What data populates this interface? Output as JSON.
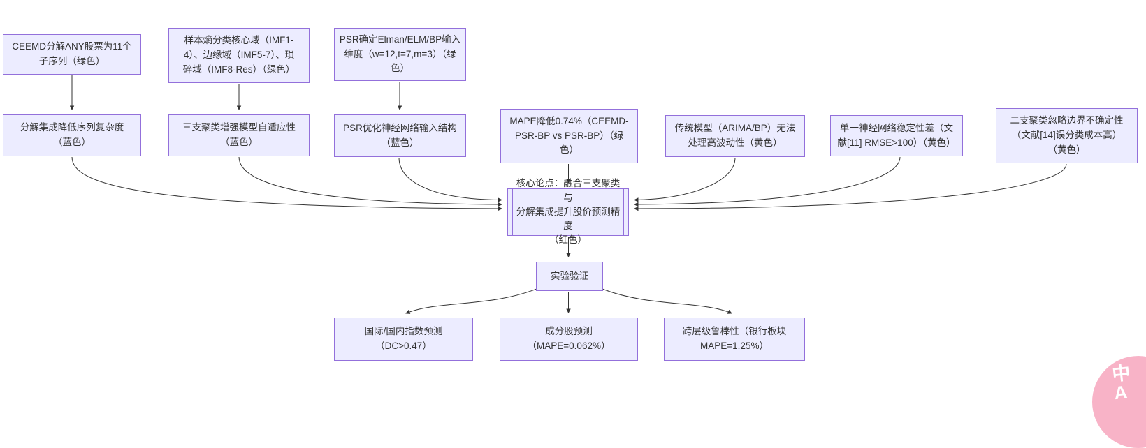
{
  "diagram": {
    "type": "flowchart",
    "background": "#ffffff",
    "node_fill": "#ECECFF",
    "node_border": "#9370DB",
    "text_color": "#333333",
    "edge_color": "#333333",
    "nodes": [
      {
        "id": "ceemd",
        "shape": "rect",
        "label": "CEEMD分解ANY股票为11个\n子序列（绿色）"
      },
      {
        "id": "entropy",
        "shape": "rect",
        "label": "样本熵分类核心域（IMF1-\n4）、边缘域（IMF5-7）、琐\n碎域（IMF8-Res）（绿色）"
      },
      {
        "id": "psr_dim",
        "shape": "rect",
        "label": "PSR确定Elman/ELM/BP输入\n维度（w=12,t=7,m=3）（绿\n色）"
      },
      {
        "id": "decomp",
        "shape": "rect",
        "label": "分解集成降低序列复杂度\n（蓝色）"
      },
      {
        "id": "threeway",
        "shape": "rect",
        "label": "三支聚类增强模型自适应性\n（蓝色）"
      },
      {
        "id": "psr_opt",
        "shape": "rect",
        "label": "PSR优化神经网络输入结构\n（蓝色）"
      },
      {
        "id": "mape",
        "shape": "rect",
        "label": "MAPE降低0.74%（CEEMD-\nPSR-BP vs PSR-BP）（绿\n色）"
      },
      {
        "id": "trad",
        "shape": "rect",
        "label": "传统模型（ARIMA/BP）无法\n处理高波动性（黄色）"
      },
      {
        "id": "single",
        "shape": "rect",
        "label": "单一神经网络稳定性差（文\n献[11] RMSE>100）（黄色）"
      },
      {
        "id": "twoway",
        "shape": "rect",
        "label": "二支聚类忽略边界不确定性\n（文献[14]误分类成本高）\n（黄色）"
      },
      {
        "id": "core",
        "shape": "subroutine",
        "label": "核心论点：融合三支聚类与\n分解集成提升股价预测精度\n（红色）"
      },
      {
        "id": "experiment",
        "shape": "rect",
        "label": "实验验证"
      },
      {
        "id": "index",
        "shape": "rect",
        "label": "国际/国内指数预测\n（DC>0.47）"
      },
      {
        "id": "stocks",
        "shape": "rect",
        "label": "成分股预测\n（MAPE=0.062%）"
      },
      {
        "id": "robust",
        "shape": "rect",
        "label": "跨层级鲁棒性（银行板块\nMAPE=1.25%）"
      }
    ],
    "edges": [
      {
        "from": "ceemd",
        "to": "decomp"
      },
      {
        "from": "entropy",
        "to": "threeway"
      },
      {
        "from": "psr_dim",
        "to": "psr_opt"
      },
      {
        "from": "decomp",
        "to": "core"
      },
      {
        "from": "threeway",
        "to": "core"
      },
      {
        "from": "psr_opt",
        "to": "core"
      },
      {
        "from": "mape",
        "to": "core"
      },
      {
        "from": "trad",
        "to": "core"
      },
      {
        "from": "single",
        "to": "core"
      },
      {
        "from": "twoway",
        "to": "core"
      },
      {
        "from": "core",
        "to": "experiment"
      },
      {
        "from": "experiment",
        "to": "index"
      },
      {
        "from": "experiment",
        "to": "stocks"
      },
      {
        "from": "experiment",
        "to": "robust"
      }
    ]
  },
  "badge": {
    "label": "中\nA",
    "color": "#f8b3c7"
  }
}
